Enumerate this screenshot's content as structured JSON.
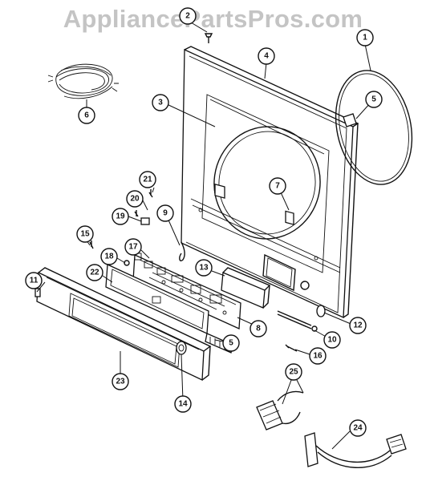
{
  "watermark": "AppliancePartsPros.com",
  "callouts": [
    {
      "id": "1",
      "label": "1"
    },
    {
      "id": "2",
      "label": "2"
    },
    {
      "id": "3",
      "label": "3"
    },
    {
      "id": "4",
      "label": "4"
    },
    {
      "id": "5a",
      "label": "5"
    },
    {
      "id": "5b",
      "label": "5"
    },
    {
      "id": "6",
      "label": "6"
    },
    {
      "id": "7",
      "label": "7"
    },
    {
      "id": "8",
      "label": "8"
    },
    {
      "id": "9",
      "label": "9"
    },
    {
      "id": "10",
      "label": "10"
    },
    {
      "id": "11",
      "label": "11"
    },
    {
      "id": "12",
      "label": "12"
    },
    {
      "id": "13",
      "label": "13"
    },
    {
      "id": "14",
      "label": "14"
    },
    {
      "id": "15",
      "label": "15"
    },
    {
      "id": "16",
      "label": "16"
    },
    {
      "id": "17",
      "label": "17"
    },
    {
      "id": "18",
      "label": "18"
    },
    {
      "id": "19",
      "label": "19"
    },
    {
      "id": "20",
      "label": "20"
    },
    {
      "id": "21",
      "label": "21"
    },
    {
      "id": "22",
      "label": "22"
    },
    {
      "id": "23",
      "label": "23"
    },
    {
      "id": "24",
      "label": "24"
    },
    {
      "id": "25",
      "label": "25"
    }
  ]
}
